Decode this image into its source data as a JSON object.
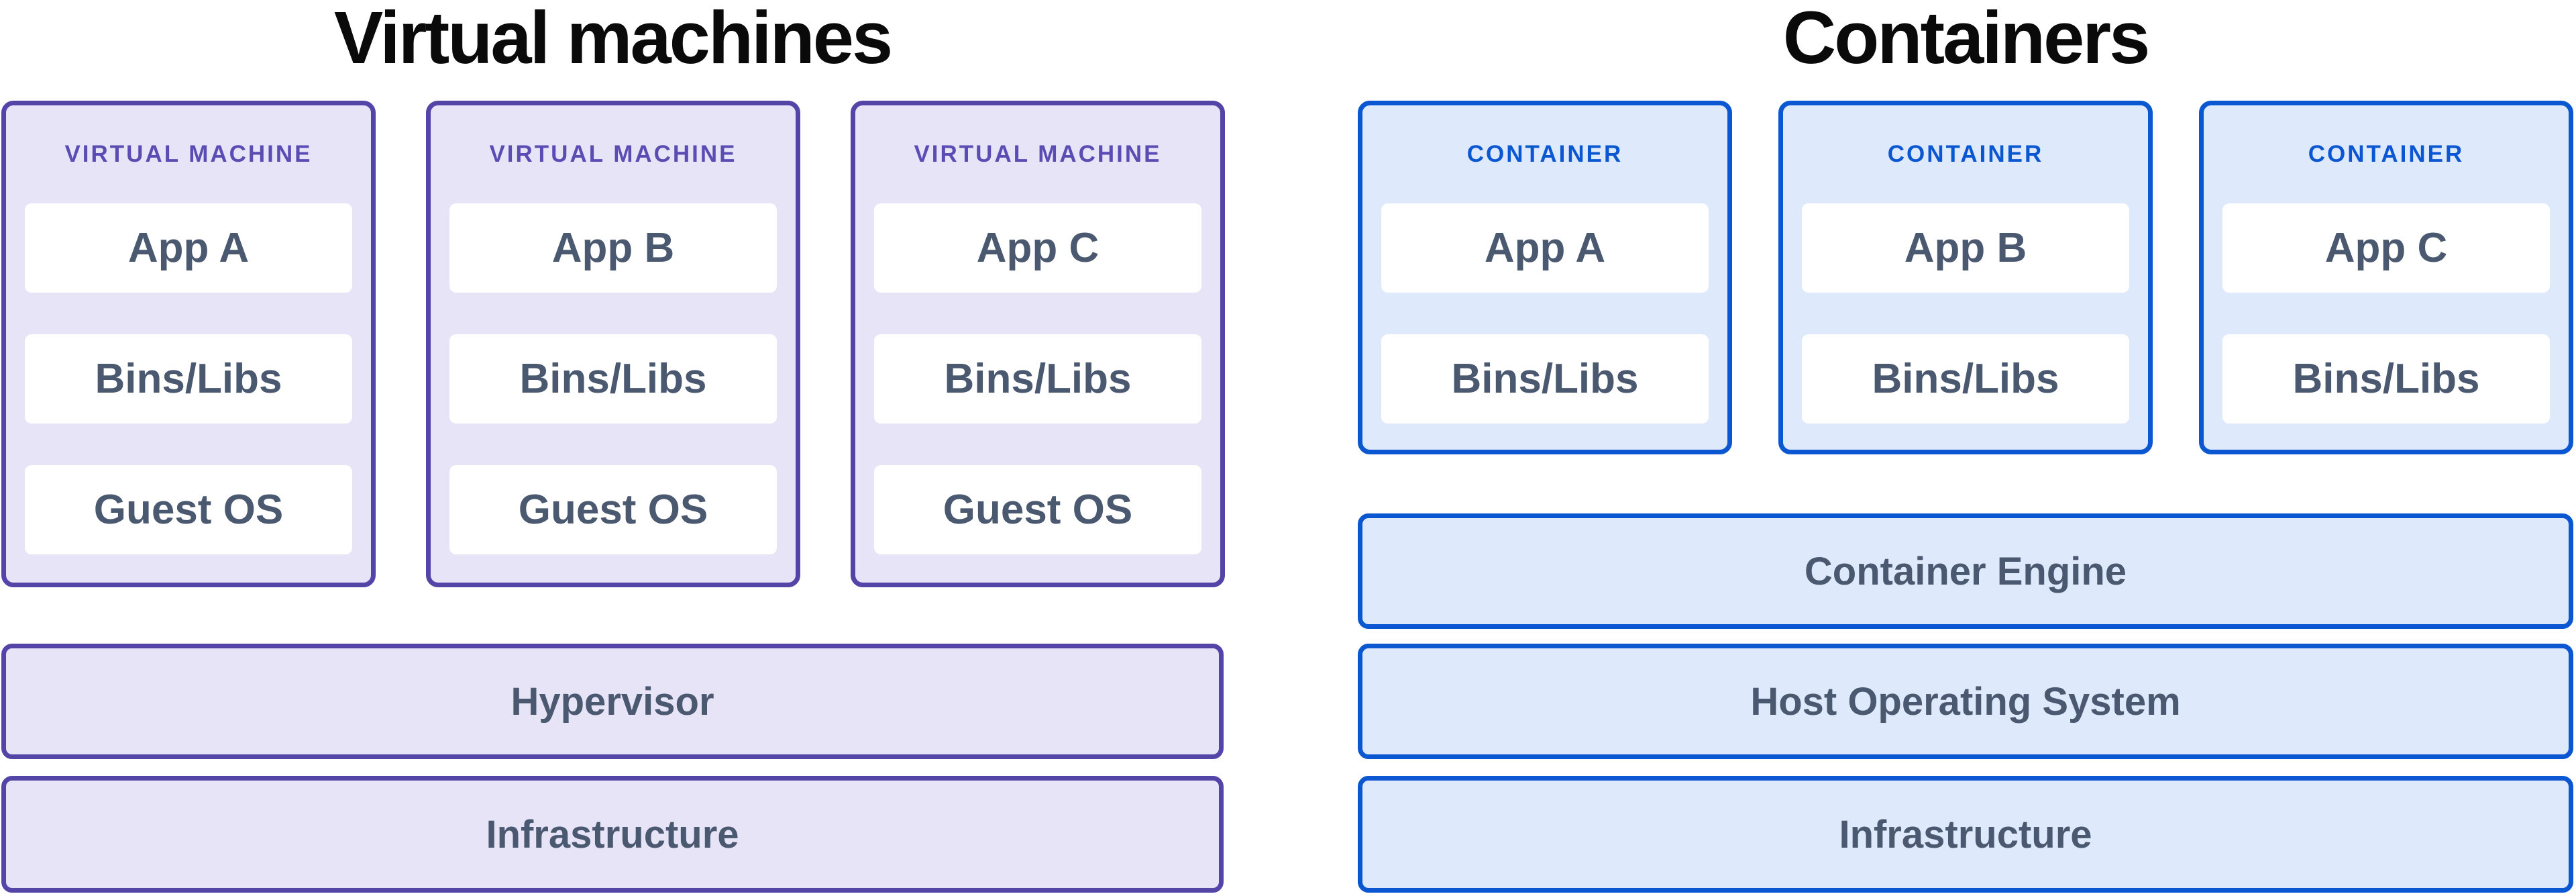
{
  "page": {
    "background": "#ffffff"
  },
  "colors": {
    "page_bg": "#ffffff",
    "title_text": "#0a0a0a",
    "purple_border": "#5345a8",
    "purple_fill": "#e8e4f8",
    "purple_text": "#5b4cb4",
    "blue_border": "#0b57d2",
    "blue_fill": "#dee9fb",
    "blue_text": "#0b57d2",
    "label_text": "#4a5870",
    "box_bg": "#ffffff"
  },
  "left_column": {
    "title": "Virtual machines",
    "cards": [
      {
        "header": "VIRTUAL MACHINE",
        "boxes": [
          "App A",
          "Bins/Libs",
          "Guest OS"
        ]
      },
      {
        "header": "VIRTUAL MACHINE",
        "boxes": [
          "App B",
          "Bins/Libs",
          "Guest OS"
        ]
      },
      {
        "header": "VIRTUAL MACHINE",
        "boxes": [
          "App C",
          "Bins/Libs",
          "Guest OS"
        ]
      }
    ],
    "bars": [
      {
        "label": "Hypervisor"
      },
      {
        "label": "Infrastructure"
      }
    ]
  },
  "right_column": {
    "title": "Containers",
    "cards": [
      {
        "header": "CONTAINER",
        "boxes": [
          "App A",
          "Bins/Libs"
        ]
      },
      {
        "header": "CONTAINER",
        "boxes": [
          "App B",
          "Bins/Libs"
        ]
      },
      {
        "header": "CONTAINER",
        "boxes": [
          "App C",
          "Bins/Libs"
        ]
      }
    ],
    "bars": [
      {
        "label": "Container Engine"
      },
      {
        "label": "Host Operating System"
      },
      {
        "label": "Infrastructure"
      }
    ]
  }
}
